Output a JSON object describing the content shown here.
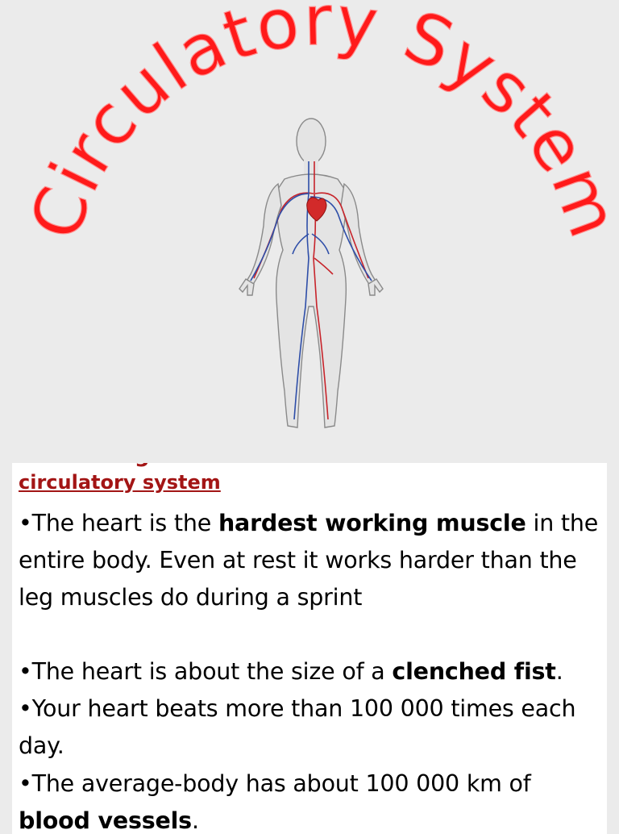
{
  "title": "Circulatory System",
  "figure": {
    "name": "human-circulatory-figure"
  },
  "colors": {
    "title_fill": "#ff1a1a",
    "title_stroke": "#ff8080",
    "heading": "#a31515",
    "panel_bg": "#ffffff",
    "page_bg": "#ebebeb"
  },
  "content": {
    "heading": "circulatory system",
    "bullets": [
      {
        "prefix": "•The heart is the ",
        "bold": "hardest working muscle",
        "suffix": " in the entire body. Even at rest it works harder than the leg muscles do during a sprint"
      },
      {
        "prefix": "•The heart is about the size of a ",
        "bold": "clenched fist",
        "suffix": "."
      },
      {
        "prefix": "•Your heart beats more than 100 000 times each day.",
        "bold": "",
        "suffix": ""
      },
      {
        "prefix": "•The average-body has about 100 000 km of ",
        "bold": "blood vessels",
        "suffix": "."
      }
    ]
  }
}
